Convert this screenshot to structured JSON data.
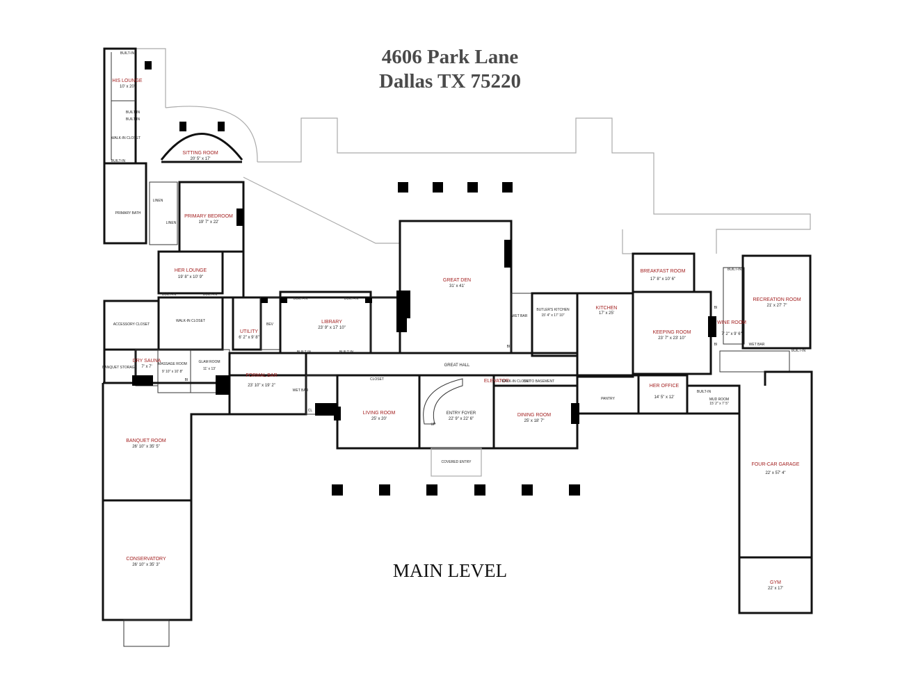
{
  "title": {
    "line1": "4606 Park Lane",
    "line2": "Dallas TX 75220"
  },
  "level_label": "MAIN LEVEL",
  "rooms": [
    {
      "id": "his-lounge",
      "name": "HIS LOUNGE",
      "dim": "10' x 20'"
    },
    {
      "id": "walk-in-closet-top",
      "name": "WALK-IN CLOSET",
      "dim": ""
    },
    {
      "id": "sitting-room",
      "name": "SITTING ROOM",
      "dim": "20' 5\" x 17'"
    },
    {
      "id": "primary-bath",
      "name": "PRIMARY BATH",
      "dim": ""
    },
    {
      "id": "primary-bedroom",
      "name": "PRIMARY BEDROOM",
      "dim": "19' 7\" x 22'"
    },
    {
      "id": "her-lounge",
      "name": "HER LOUNGE",
      "dim": "19' 8\" x 10' 9\""
    },
    {
      "id": "accessory-closet",
      "name": "ACCESSORY CLOSET",
      "dim": ""
    },
    {
      "id": "walk-in-closet-mid",
      "name": "WALK-IN CLOSET",
      "dim": ""
    },
    {
      "id": "banquet-storage",
      "name": "BANQUET STORAGE",
      "dim": ""
    },
    {
      "id": "dry-sauna",
      "name": "DRY SAUNA",
      "dim": "7' x 7'"
    },
    {
      "id": "massage-room",
      "name": "MASSAGE ROOM",
      "dim": "9' 10\" x 10' 8\""
    },
    {
      "id": "glam-room",
      "name": "GLAM ROOM",
      "dim": "11' x 13'"
    },
    {
      "id": "utility",
      "name": "UTILITY",
      "dim": "6' 2\" x 9' 8\""
    },
    {
      "id": "bev",
      "name": "BEV",
      "dim": ""
    },
    {
      "id": "library",
      "name": "LIBRARY",
      "dim": "23' 9\" x 17' 10\""
    },
    {
      "id": "great-den",
      "name": "GREAT DEN",
      "dim": "31' x 41'"
    },
    {
      "id": "butlers-kitchen",
      "name": "BUTLER'S KITCHEN",
      "dim": "15' 4\" x 17' 10\""
    },
    {
      "id": "kitchen",
      "name": "KITCHEN",
      "dim": "17' x 25'"
    },
    {
      "id": "breakfast-room",
      "name": "BREAKFAST ROOM",
      "dim": "17' 8\" x 10' 6\""
    },
    {
      "id": "keeping-room",
      "name": "KEEPING ROOM",
      "dim": "23' 7\" x 23' 10\""
    },
    {
      "id": "wine-room",
      "name": "WINE ROOM",
      "dim": "7' 2\" x 9' 6\""
    },
    {
      "id": "recreation-room",
      "name": "RECREATION ROOM",
      "dim": "21' x 27' 7\""
    },
    {
      "id": "formal-bar",
      "name": "FORMAL BAR",
      "dim": "23' 10\" x 19' 2\""
    },
    {
      "id": "great-hall",
      "name": "GREAT HALL",
      "dim": ""
    },
    {
      "id": "living-room",
      "name": "LIVING ROOM",
      "dim": "25' x 20'"
    },
    {
      "id": "entry-foyer",
      "name": "ENTRY FOYER",
      "dim": "22' 9\" x 22' 6\""
    },
    {
      "id": "dining-room",
      "name": "DINING ROOM",
      "dim": "25' x 18' 7\""
    },
    {
      "id": "pantry",
      "name": "PANTRY",
      "dim": ""
    },
    {
      "id": "her-office",
      "name": "HER OFFICE",
      "dim": "14' 5\" x 12'"
    },
    {
      "id": "mud-room",
      "name": "MUD ROOM",
      "dim": "15' 2\" x 7' 5\""
    },
    {
      "id": "banquet-room",
      "name": "BANQUET ROOM",
      "dim": "26' 10\" x 35' 5\""
    },
    {
      "id": "conservatory",
      "name": "CONSERVATORY",
      "dim": "26' 10\" x 35' 3\""
    },
    {
      "id": "covered-entry",
      "name": "COVERED ENTRY",
      "dim": ""
    },
    {
      "id": "four-car-garage",
      "name": "FOUR-CAR GARAGE",
      "dim": "22' x 57' 4\""
    },
    {
      "id": "gym",
      "name": "GYM",
      "dim": "22' x 17'"
    }
  ],
  "labels": {
    "built_in": "BUILT-IN",
    "linen": "LINEN",
    "wet_bar": "WET BAR",
    "bi": "BI",
    "closet": "CLOSET",
    "elevator": "ELEVATOR",
    "walk_in_closet": "WALK-IN CLOSET",
    "dn_to_basement": "DN TO BASEMENT",
    "cl": "CL",
    "up": "UP"
  }
}
